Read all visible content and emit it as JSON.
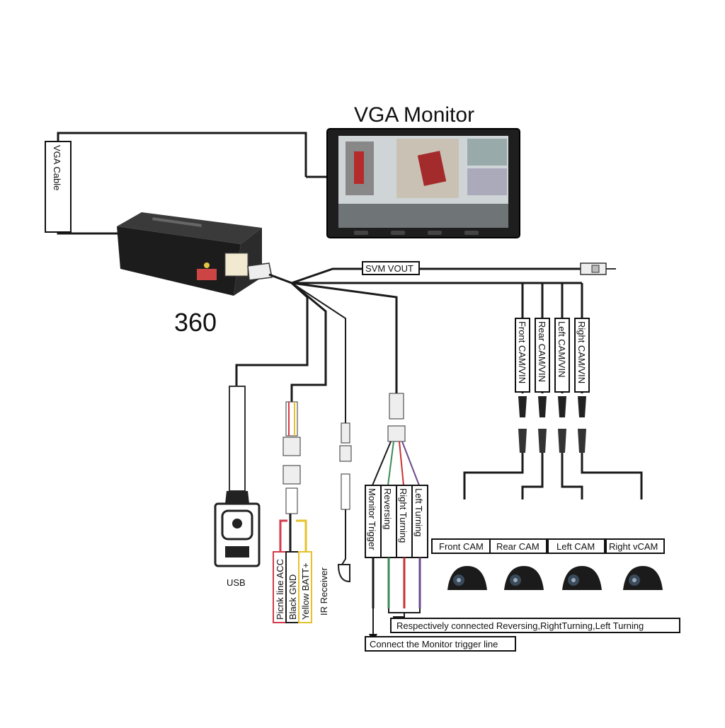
{
  "title": "VGA Monitor",
  "unit_label": "360",
  "labels": {
    "vga_cable": "VGA Cable",
    "svm_vout": "SVM VOUT",
    "usb": "USB",
    "ir_receiver": "IR Receiver",
    "front_cam_vin": "Front CAM/VIN",
    "rear_cam_vin": "Rear CAM/VIN",
    "left_cam_vin": "Left CAM/VIN",
    "right_cam_vin": "Right CAM/VIN",
    "pink_acc": "Picnk line ACC",
    "black_gnd": "Black GND",
    "yellow_batt": "Yellow BATT+",
    "monitor_trigger": "Monitor Trigger",
    "reversing": "Reversing",
    "right_turning": "Right Turning",
    "left_turning": "Left Turning",
    "cam_front": "Front CAM",
    "cam_rear": "Rear CAM",
    "cam_left": "Left CAM",
    "cam_right": "Right vCAM",
    "note_turning": "Respectively connected Reversing,RightTurning,Left  Turning",
    "note_trigger": "Connect the Monitor trigger line"
  },
  "colors": {
    "pink_wire": "#d43b4a",
    "yellow_wire": "#e6c22a",
    "black_wire": "#1a1a1a",
    "green_wire": "#3c8a5a",
    "red_wire": "#c33",
    "purple_wire": "#6a4a8a",
    "device_body": "#1c1c1c"
  }
}
